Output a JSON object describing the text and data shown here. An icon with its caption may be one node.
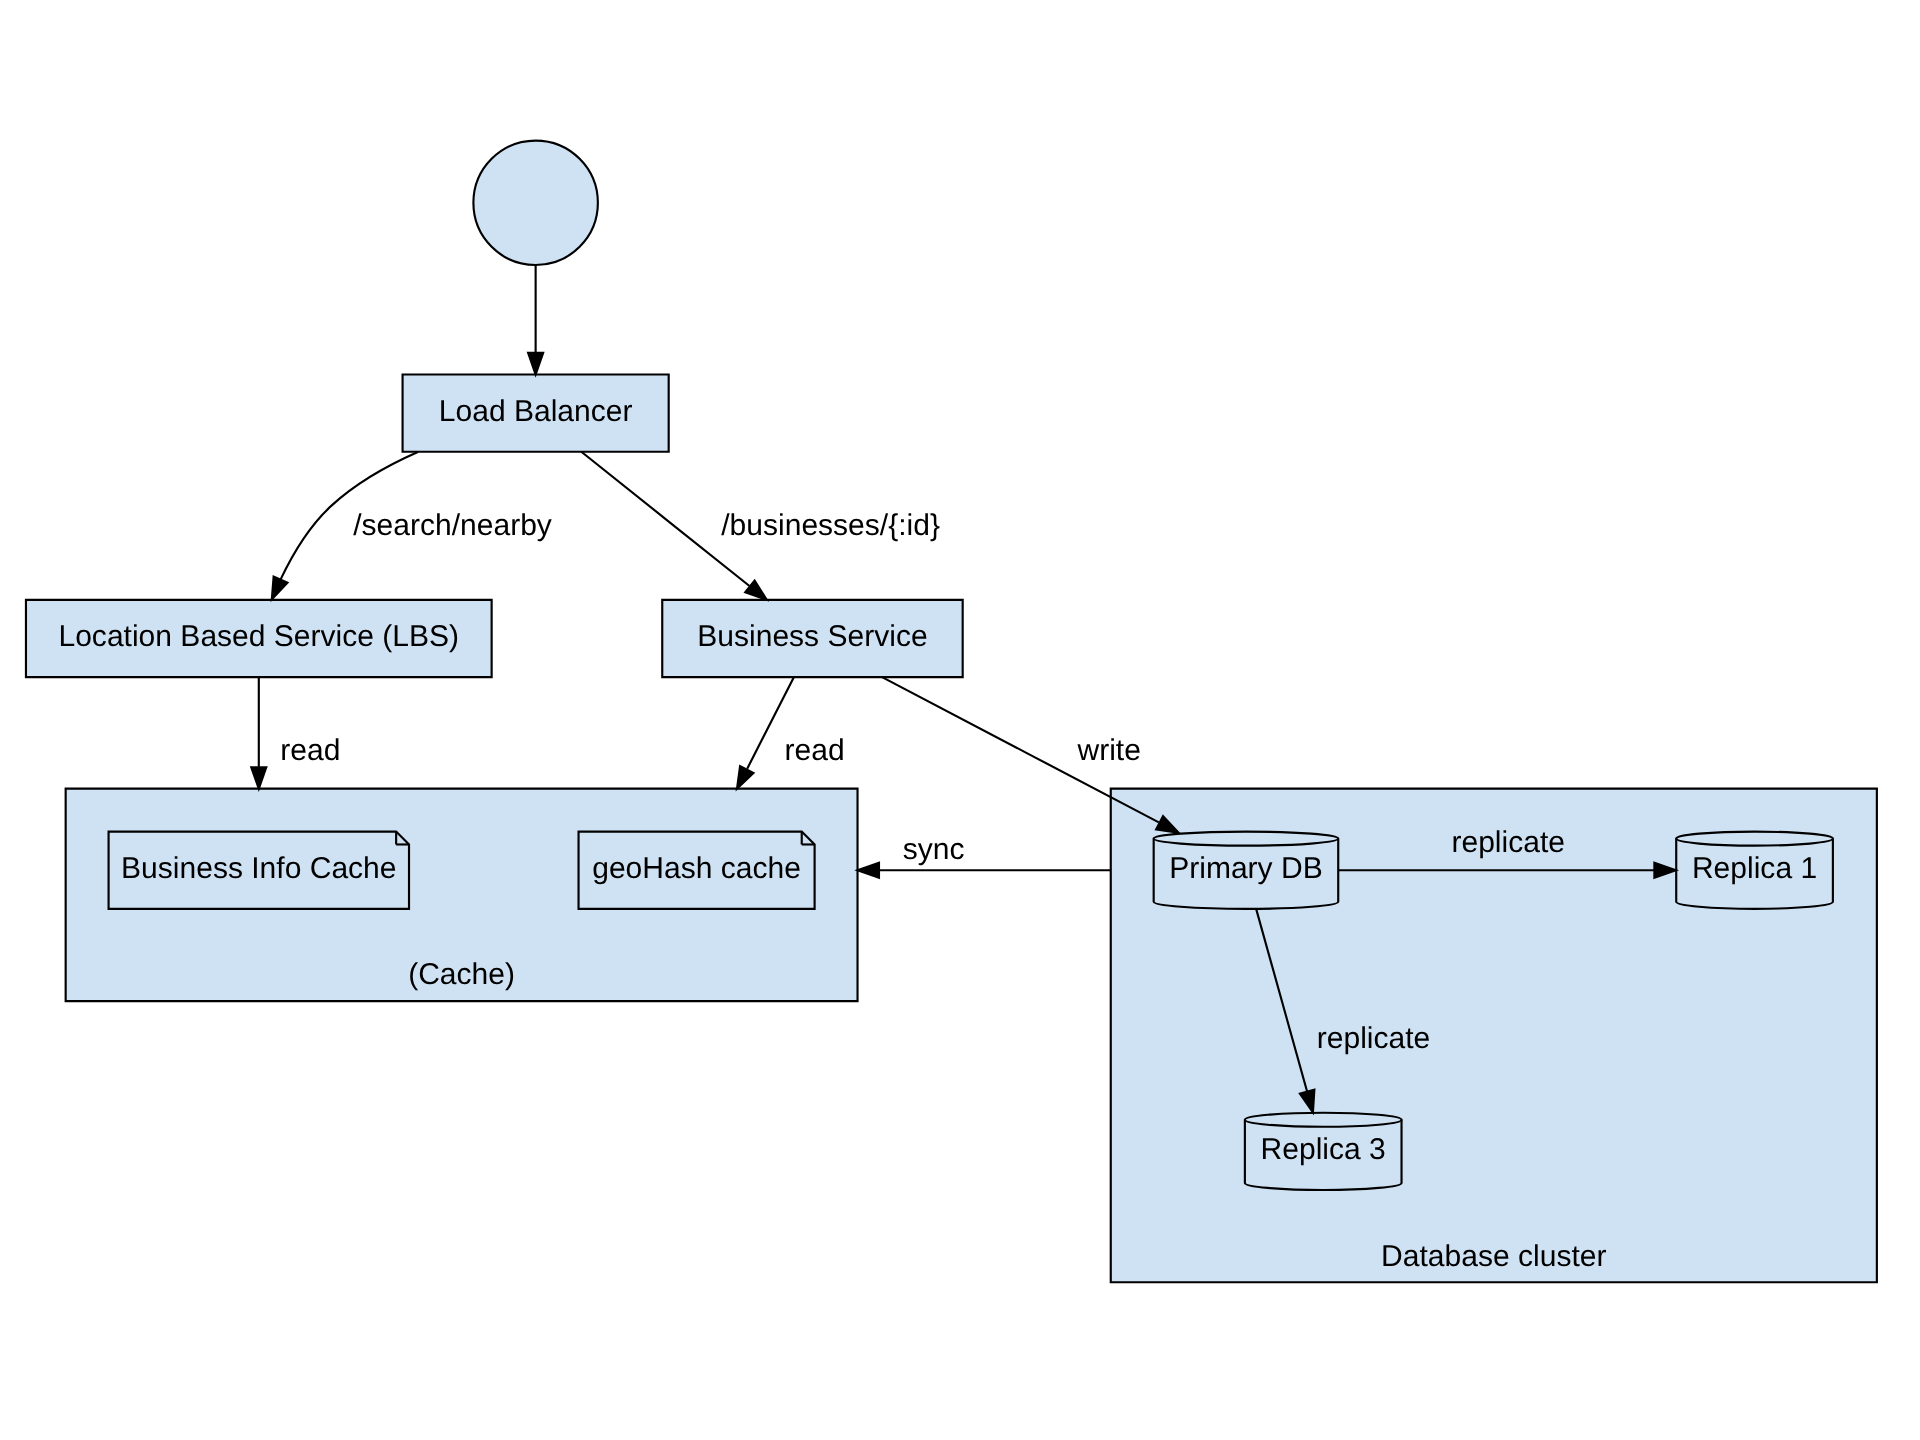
{
  "diagram": {
    "nodes": [
      {
        "text": [],
        "shape": "person"
      },
      {
        "text": [
          "Load Balancer"
        ]
      },
      {
        "text": [
          "Location Based Service (LBS)"
        ]
      },
      {
        "text": [
          "Business Service"
        ]
      },
      {
        "text": [
          "(Cache)"
        ]
      },
      {
        "text": [
          "Business Info Cache"
        ],
        "in": 4
      },
      {
        "text": [
          "geoHash cache"
        ],
        "in": 4
      },
      {
        "text": [
          "Database cluster"
        ]
      },
      {
        "text": [
          "Replica 1"
        ],
        "in": 7
      },
      {
        "text": [
          "Primary DB"
        ],
        "in": 7
      },
      {
        "text": [
          "Replica 3"
        ],
        "in": 7
      }
    ],
    "edges": [
      {
        "from": 0,
        "to": 1,
        "arrow": "to"
      },
      {
        "from": 1,
        "to": 2,
        "arrow": "to",
        "label": "/search/nearby"
      },
      {
        "from": 1,
        "to": 3,
        "arrow": "to",
        "label": "/businesses/{:id}"
      },
      {
        "from": 2,
        "to": 4,
        "arrow": "to",
        "label": "read"
      },
      {
        "from": 3,
        "to": 4,
        "arrow": "to",
        "label": "read"
      },
      {
        "from": 3,
        "to": 9,
        "arrow": "to",
        "label": "write"
      },
      {
        "from": 9,
        "to": 8,
        "arrow": "to",
        "label": "replicate"
      },
      {
        "from": 9,
        "to": 10,
        "arrow": "to",
        "label": "replicate"
      },
      {
        "from": 7,
        "to": 4,
        "arrow": "to",
        "label": "sync"
      }
    ]
  }
}
